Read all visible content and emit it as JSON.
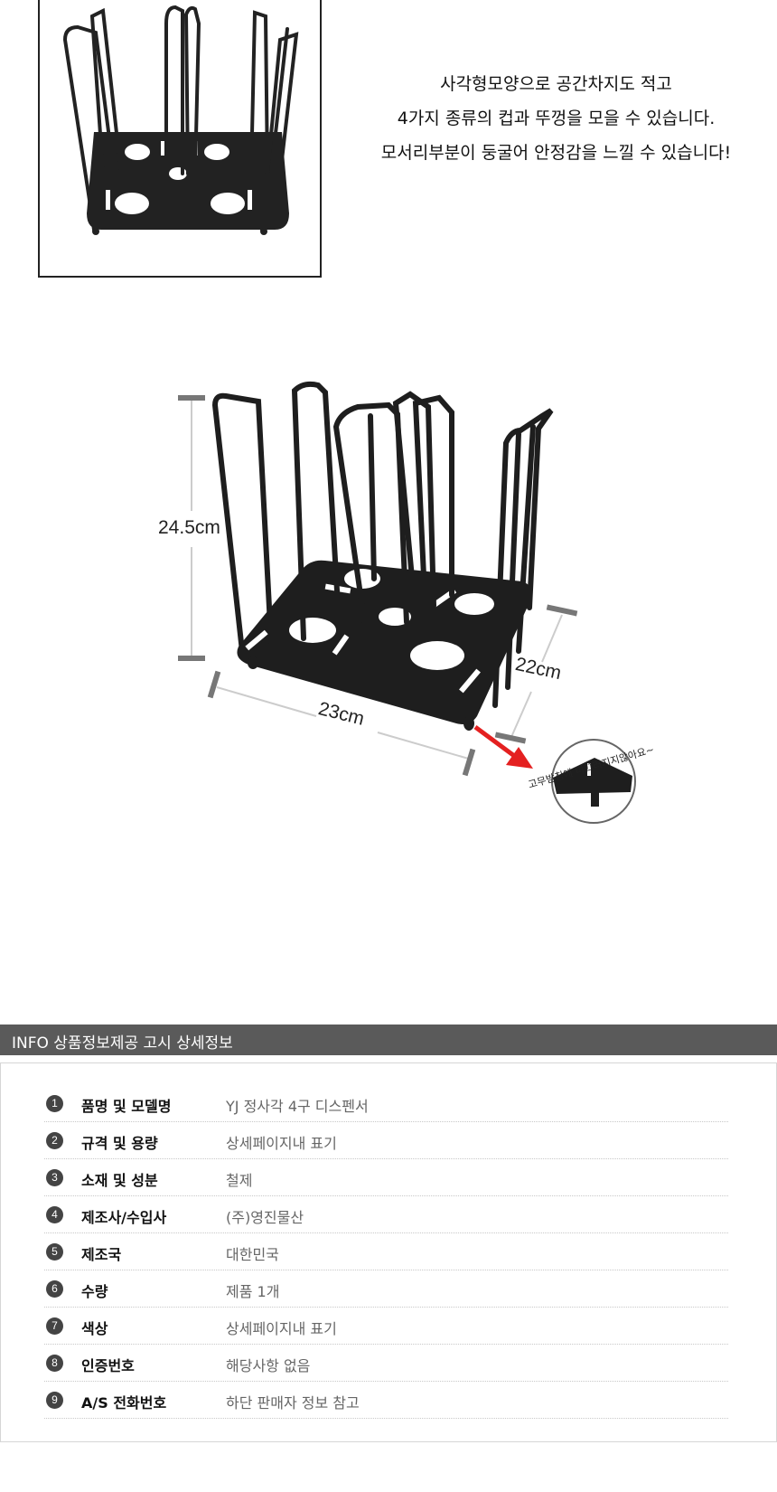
{
  "product_description": {
    "lines": [
      "사각형모양으로 공간차지도 적고",
      "4가지 종류의 컵과 뚜껑을 모을 수 있습니다.",
      "모서리부분이 둥굴어 안정감을 느낄 수 있습니다!"
    ]
  },
  "dimensions": {
    "height": "24.5cm",
    "width": "23cm",
    "depth": "22cm",
    "rubber_feet_note": "고무받침에 미끄러지지않아요~"
  },
  "info": {
    "title": "INFO 상품정보제공 고시 상세정보",
    "rows": [
      {
        "num": "1",
        "label": "품명 및 모델명",
        "value": "YJ 정사각 4구 디스펜서"
      },
      {
        "num": "2",
        "label": "규격 및 용량",
        "value": "상세페이지내 표기"
      },
      {
        "num": "3",
        "label": "소재 및 성분",
        "value": "철제"
      },
      {
        "num": "4",
        "label": "제조사/수입사",
        "value": "(주)영진물산"
      },
      {
        "num": "5",
        "label": "제조국",
        "value": "대한민국"
      },
      {
        "num": "6",
        "label": "수량",
        "value": "제품 1개"
      },
      {
        "num": "7",
        "label": "색상",
        "value": "상세페이지내 표기"
      },
      {
        "num": "8",
        "label": "인증번호",
        "value": "해당사항 없음"
      },
      {
        "num": "9",
        "label": "A/S 전화번호",
        "value": "하단 판매자 정보 참고"
      }
    ]
  }
}
